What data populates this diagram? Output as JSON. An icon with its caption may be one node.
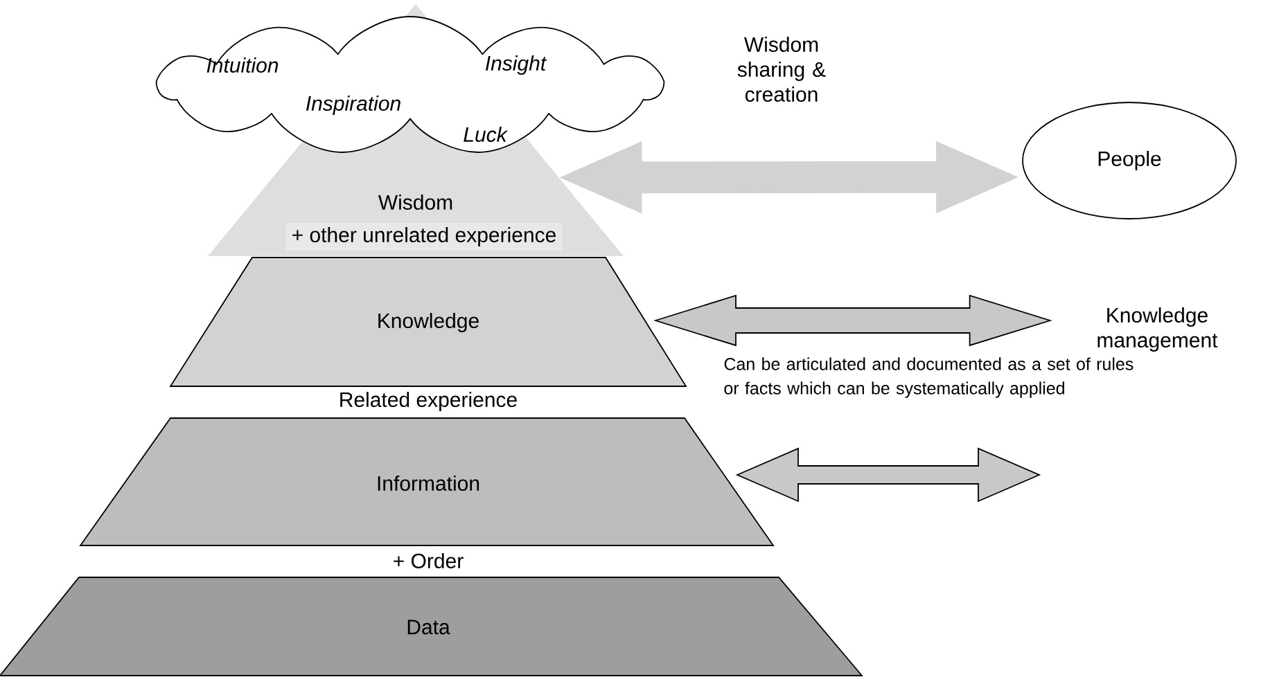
{
  "diagram": {
    "nodes": [
      {
        "text": [
          "Wisdom",
          "+ other unrelated experience"
        ]
      },
      {
        "text": [
          "Intuition",
          "Insight",
          "Inspiration",
          "Luck"
        ]
      },
      {
        "text": [
          "People"
        ]
      },
      {
        "text": [
          "Knowledge"
        ]
      },
      {
        "text": [
          "Information"
        ]
      },
      {
        "text": [
          "Data"
        ]
      },
      {
        "text": [
          "Knowledge management"
        ]
      }
    ],
    "edges": [
      {
        "from": 0,
        "to": 2,
        "arrow": "both",
        "label": "Wisdom sharing & creation"
      },
      {
        "from": 3,
        "to": 6,
        "arrow": "both"
      },
      {
        "from": 4,
        "to": null,
        "arrow": "both"
      }
    ],
    "labels": [
      "Related experience",
      "+ Order",
      "Can be articulated and documented as a set of rules or facts which can be systematically applied"
    ]
  }
}
